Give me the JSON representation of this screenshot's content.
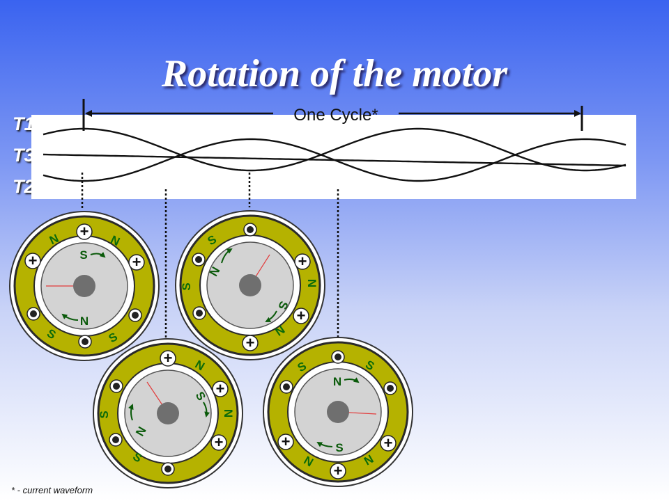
{
  "title": "Rotation of the motor",
  "cycle_label": "One Cycle*",
  "waveform_labels": [
    "T1",
    "T3",
    "T2"
  ],
  "footnote": "* - current waveform",
  "pole_letters": {
    "north": "N",
    "south": "S"
  },
  "terminal_symbols": {
    "positive": "+",
    "dot": "●"
  },
  "colors": {
    "stator_ring": "#b5b200",
    "stator_outline": "#2a2a2a",
    "rotor_face": "#d3d3d3",
    "shaft": "#6f6f6f",
    "pole_text": "#0a6a0a",
    "indicator_line": "#e23b3b"
  }
}
